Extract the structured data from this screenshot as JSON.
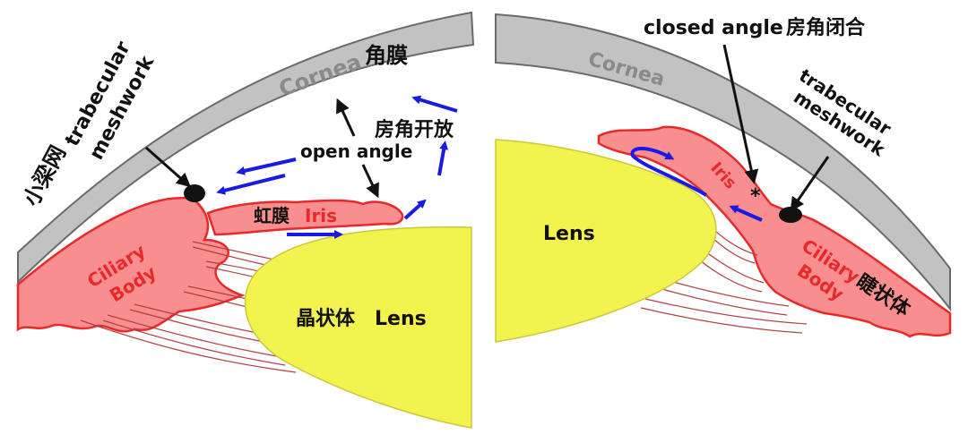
{
  "colors": {
    "cornea_fill": "#c2c2c2",
    "cornea_stroke": "#6a6a6a",
    "tissue_fill": "#f98e8e",
    "tissue_stroke": "#e8292c",
    "lens_fill": "#f2f34d",
    "lens_stroke": "#c9c93c",
    "flow_arrow": "#1a1ae6",
    "pointer": "#111111",
    "meshwork": "#111111"
  },
  "icons": {
    "flow": "blue-flow-arrow",
    "pointer": "black-pointer-arrow",
    "meshwork": "trabecular-meshwork-blob"
  },
  "left_panel": {
    "cornea_en": "Cornea",
    "cornea_zh": "角膜",
    "trabecular_line1": "trabecular",
    "trabecular_line2": "meshwork",
    "trabecular_zh": "小梁网",
    "open_angle_en": "open angle",
    "open_angle_zh": "房角开放",
    "iris_zh": "虹膜",
    "iris_en": "Iris",
    "ciliary_line1": "Ciliary",
    "ciliary_line2": "Body",
    "lens_zh": "晶状体",
    "lens_en": "Lens"
  },
  "right_panel": {
    "closed_angle_en": "closed angle",
    "closed_angle_zh": "房角闭合",
    "cornea_en": "Cornea",
    "trabecular_line1": "trabecular",
    "trabecular_line2": "meshwork",
    "iris_en": "Iris",
    "asterisk": "*",
    "lens_en": "Lens",
    "ciliary_line1": "Ciliary",
    "ciliary_line2": "Body",
    "ciliary_zh": "睫状体"
  }
}
